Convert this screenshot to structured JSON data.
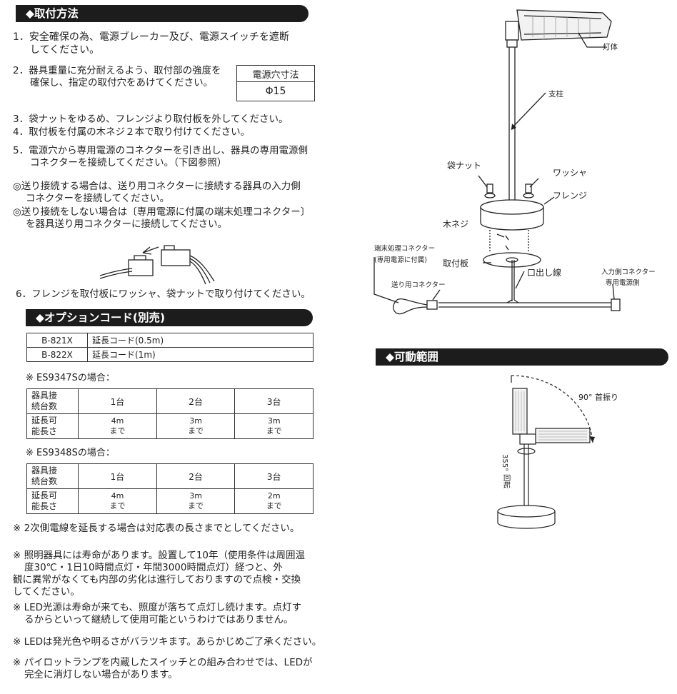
{
  "install": {
    "header": "◆取付方法",
    "step1_a": "1．安全確保の為、電源ブレーカー及び、電源スイッチを遮断",
    "step1_b": "してください。",
    "step2_a": "2．器具重量に充分耐えるよう、取付部の強度を",
    "step2_b": "確保し、指定の取付穴をあけてください。",
    "hole_title": "電源穴寸法",
    "hole_value": "Φ15",
    "step3": "3．袋ナットをゆるめ、フレンジより取付板を外してください。",
    "step4": "4．取付板を付属の木ネジ２本で取り付けてください。",
    "step5_a": "5．電源穴から専用電源のコネクターを引き出し、器具の専用電源側",
    "step5_b": "コネクターを接続してください。（下図参照）",
    "note1_a": "◎送り接続する場合は、送り用コネクターに接続する器具の入力側",
    "note1_b": "コネクターを接続してください。",
    "note2_a": "◎送り接続をしない場合は〔専用電源に付属の端末処理コネクター〕",
    "note2_b": "を器具送り用コネクターに接続してください。",
    "step6": "6．フレンジを取付板にワッシャ、袋ナットで取り付けてください。"
  },
  "options": {
    "header": "◆オプションコード(別売)",
    "rows": [
      {
        "code": "B-821X",
        "desc": "延長コード(0.5m)"
      },
      {
        "code": "B-822X",
        "desc": "延長コード(1m)"
      }
    ]
  },
  "table1": {
    "title": "※ ES9347Sの場合：",
    "label_units": "器具接続台数",
    "label_units_l1": "器具接",
    "label_units_l2": "続台数",
    "label_len_l1": "延長可",
    "label_len_l2": "能長さ",
    "cols": [
      "1台",
      "2台",
      "3台"
    ],
    "lens": [
      "4m",
      "3m",
      "3m"
    ],
    "suffix": "まで"
  },
  "table2": {
    "title": "※ ES9348Sの場合：",
    "label_units_l1": "器具接",
    "label_units_l2": "続台数",
    "label_len_l1": "延長可",
    "label_len_l2": "能長さ",
    "cols": [
      "1台",
      "2台",
      "3台"
    ],
    "lens": [
      "4m",
      "3m",
      "2m"
    ],
    "suffix": "まで"
  },
  "notes": {
    "n1": "※ 2次側電線を延長する場合は対応表の長さまでとしてください。",
    "n2_a": "※ 照明器具には寿命があります。設置して10年（使用条件は周囲温",
    "n2_b": "度30℃・1日10時間点灯・年間3000時間点灯）経つと、外",
    "n2_c": "観に異常がなくても内部の劣化は進行しておりますので点検・交換",
    "n2_d": "してください。",
    "n3_a": "※ LED光源は寿命が来ても、照度が落ちて点灯し続けます。点灯す",
    "n3_b": "るからといって継続して使用可能というわけではありません。",
    "n4": "※ LEDは発光色や明るさがバラツキます。あらかじめご了承ください。",
    "n5_a": "※ パイロットランプを内蔵したスイッチとの組み合わせでは、LEDが",
    "n5_b": "完全に消灯しない場合があります。"
  },
  "diagram": {
    "fixture": "灯体",
    "pole": "支柱",
    "cap_nut": "袋ナット",
    "washer": "ワッシャ",
    "flange": "フレンジ",
    "wood_screw": "木ネジ",
    "mount_plate": "取付板",
    "cable_outlet": "口出し線",
    "term_conn_l1": "端末処理コネクター",
    "term_conn_l2": "(専用電源に付属)",
    "feed_conn": "送り用コネクター",
    "input_conn_l1": "入力側コネクター",
    "input_conn_l2": "専用電源側"
  },
  "range": {
    "header": "◆可動範囲",
    "swing": "90°  首振り",
    "rotate_deg": "355°",
    "rotate": "回転"
  }
}
